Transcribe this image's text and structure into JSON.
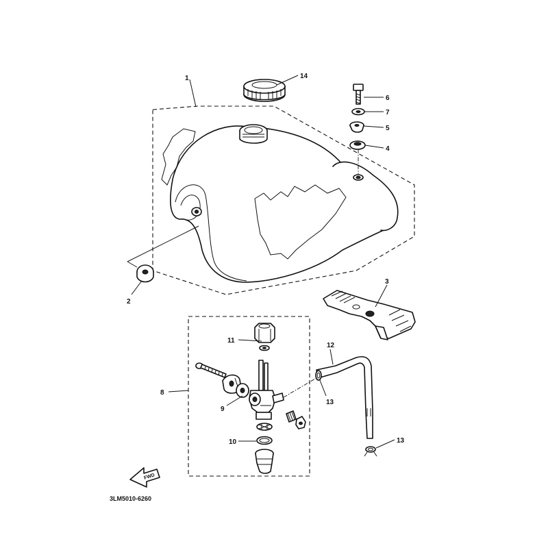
{
  "diagram": {
    "catalog_code": "3LM5010-6260",
    "fwd_label": "FWD",
    "callouts": {
      "c1": "1",
      "c2": "2",
      "c3": "3",
      "c4": "4",
      "c5": "5",
      "c6": "6",
      "c7": "7",
      "c8": "8",
      "c9": "9",
      "c10": "10",
      "c11": "11",
      "c12": "12",
      "c13a": "13",
      "c13b": "13",
      "c14": "14"
    }
  }
}
